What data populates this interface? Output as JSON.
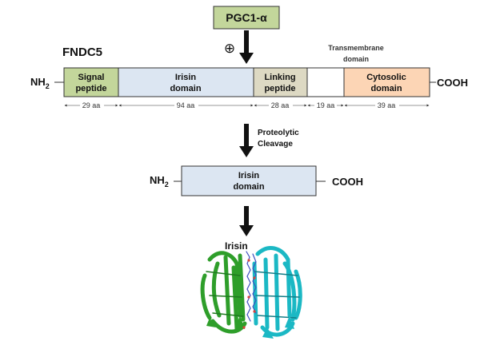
{
  "title": "PGC1-α",
  "protein_name": "FNDC5",
  "plus_symbol": "⊕",
  "n_terminus": "NH",
  "n_terminus_sub": "2",
  "c_terminus": "COOH",
  "transmembrane_label": {
    "line1": "Transmembrane",
    "line2": "domain"
  },
  "domains": [
    {
      "key": "signal",
      "line1": "Signal",
      "line2": "peptide",
      "length": "29 aa",
      "color": "#c3d69b"
    },
    {
      "key": "irisin",
      "line1": "Irisin",
      "line2": "domain",
      "length": "94 aa",
      "color": "#dce6f2"
    },
    {
      "key": "linking",
      "line1": "Linking",
      "line2": "peptide",
      "length": "28 aa",
      "color": "#ddd9c3"
    },
    {
      "key": "tm",
      "line1": "",
      "line2": "",
      "length": "19 aa",
      "color": "#ffffff"
    },
    {
      "key": "cyto",
      "line1": "Cytosolic",
      "line2": "domain",
      "length": "39 aa",
      "color": "#fcd5b5"
    }
  ],
  "cleavage": {
    "line1": "Proteolytic",
    "line2": "Cleavage"
  },
  "irisin_product": {
    "line1": "Irisin",
    "line2": "domain",
    "color": "#dce6f2"
  },
  "structure_label": "Irisin",
  "colors": {
    "title_box": "#c3d69b",
    "strand_green": "#2e9e2a",
    "strand_cyan": "#1bb8c4",
    "border": "#333333"
  }
}
